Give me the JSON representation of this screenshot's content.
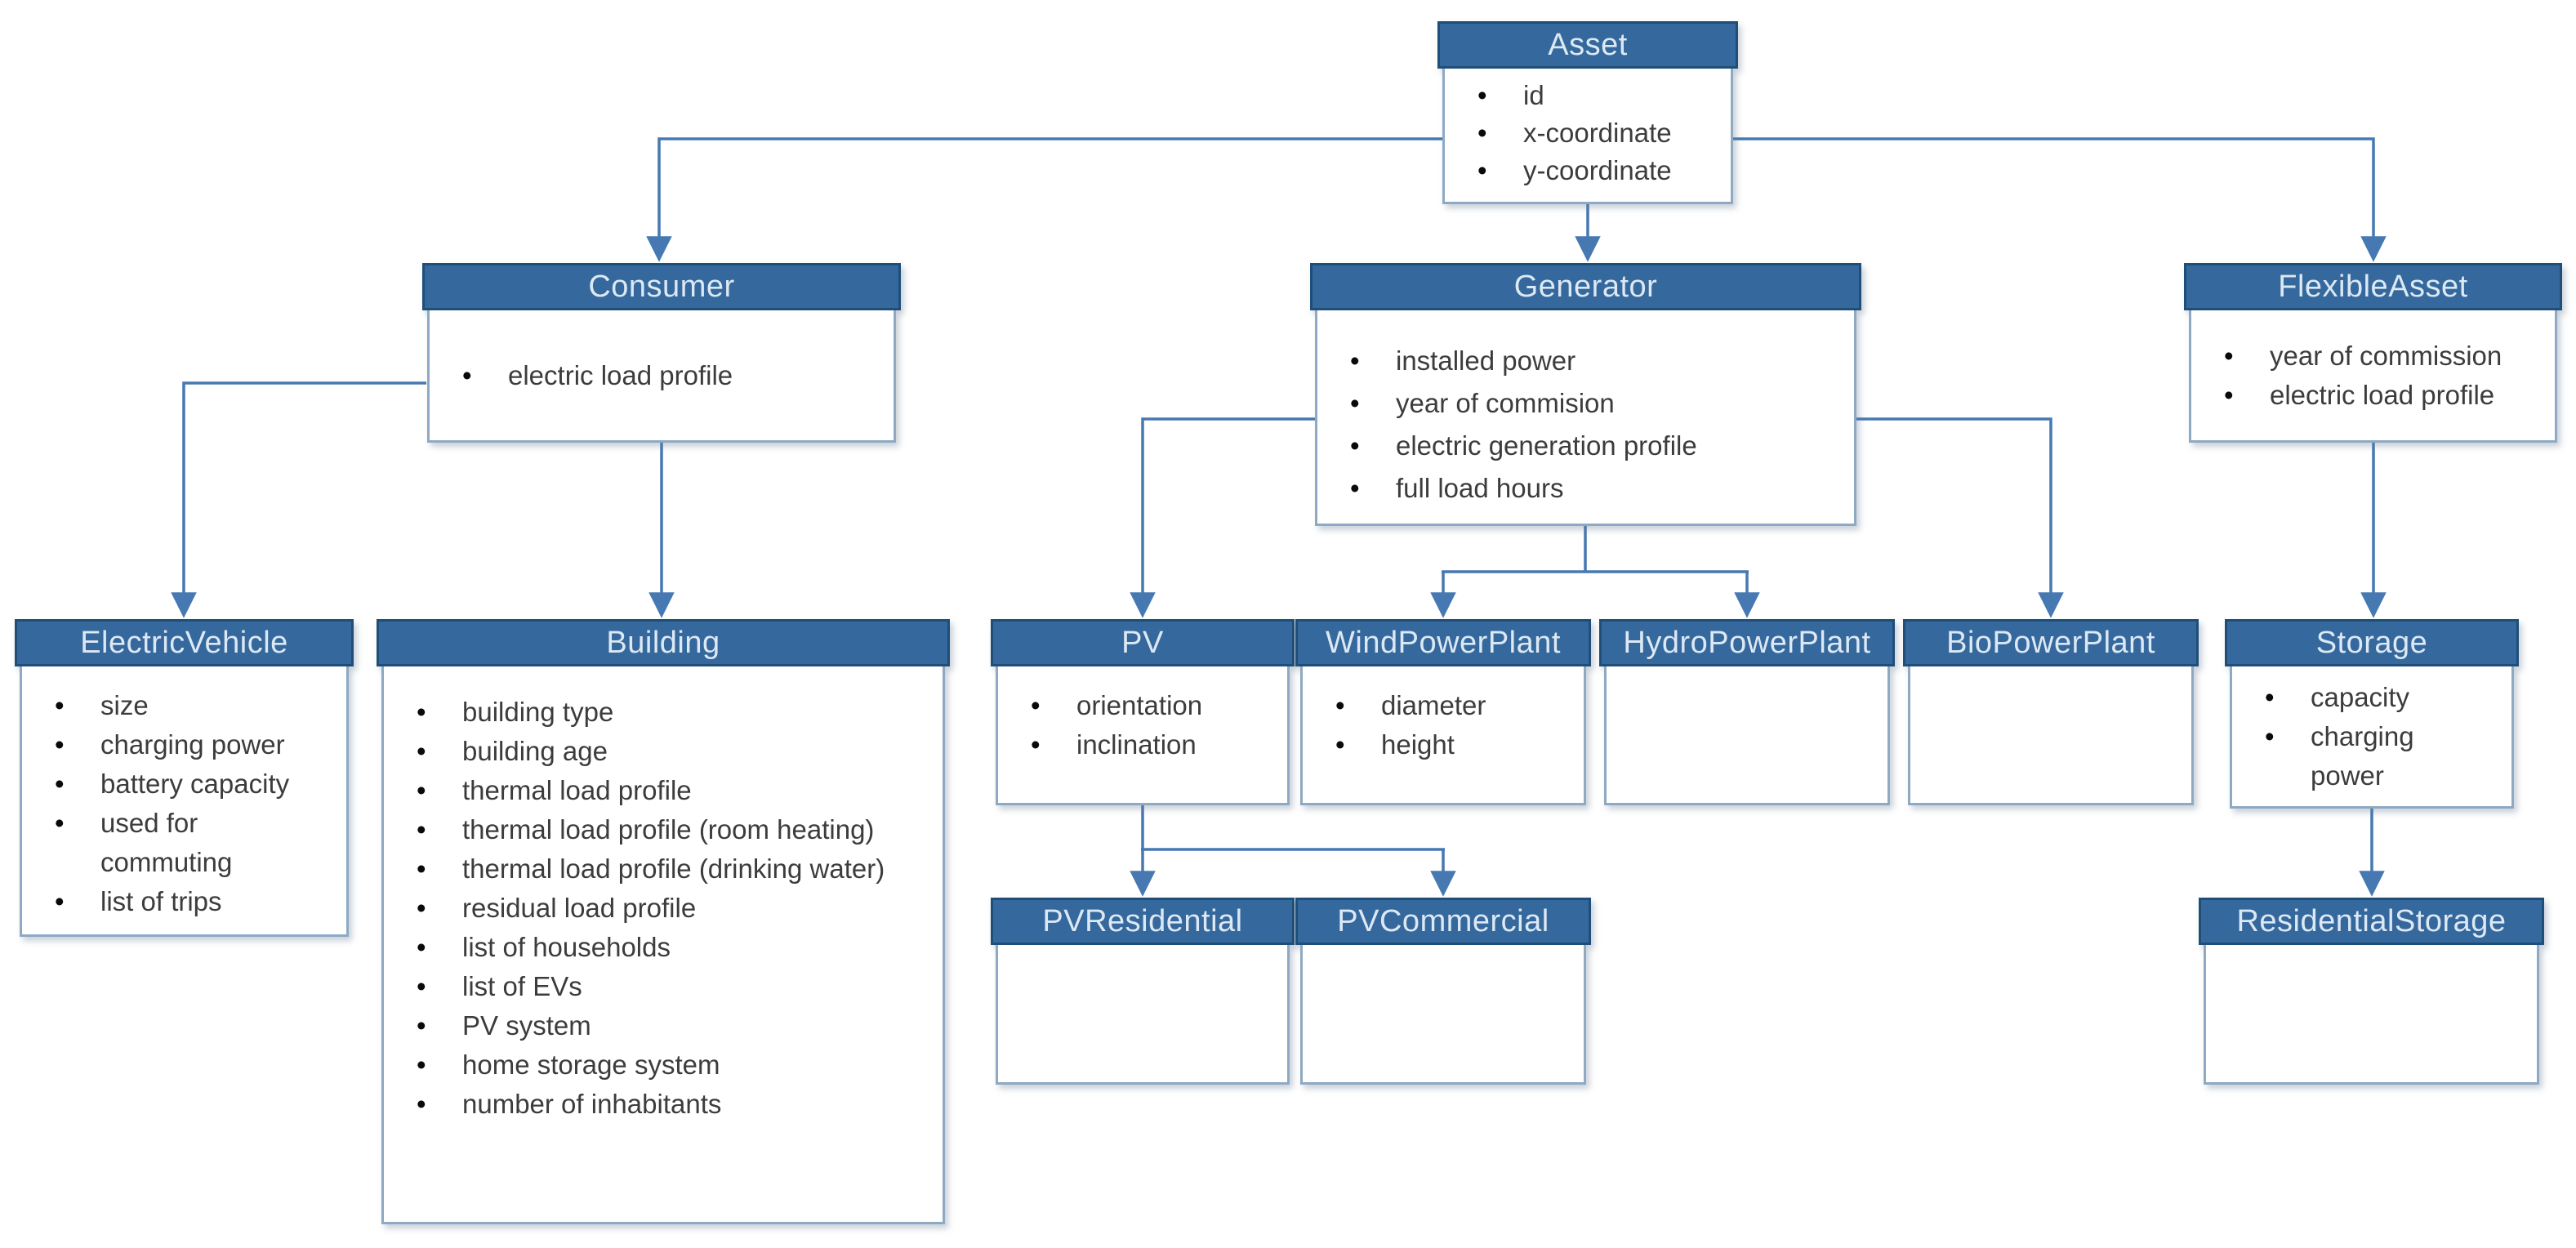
{
  "diagram": {
    "kind": "uml-class-hierarchy",
    "colors": {
      "header_fill": "#35689c",
      "header_border": "#1f4e79",
      "header_text": "#dce8f4",
      "body_border": "#8ea9c4",
      "connector": "#4679b2",
      "attribute_text": "#3c3c3c",
      "background": "#ffffff"
    },
    "classes": {
      "asset": {
        "title": "Asset",
        "attributes": [
          "id",
          "x-coordinate",
          "y-coordinate"
        ]
      },
      "consumer": {
        "title": "Consumer",
        "attributes": [
          "electric load profile"
        ]
      },
      "generator": {
        "title": "Generator",
        "attributes": [
          "installed power",
          "year of commision",
          "electric generation profile",
          "full load hours"
        ]
      },
      "flexible_asset": {
        "title": "FlexibleAsset",
        "attributes": [
          "year of commission",
          "electric load profile"
        ]
      },
      "electric_vehicle": {
        "title": "ElectricVehicle",
        "attributes": [
          "size",
          "charging power",
          "battery capacity",
          "used for commuting",
          "list of trips"
        ]
      },
      "building": {
        "title": "Building",
        "attributes": [
          "building type",
          "building age",
          "thermal load profile",
          "thermal load profile (room heating)",
          "thermal load profile (drinking water)",
          "residual load profile",
          "list of households",
          "list of EVs",
          "PV system",
          "home storage system",
          "number of inhabitants"
        ]
      },
      "pv": {
        "title": "PV",
        "attributes": [
          "orientation",
          "inclination"
        ]
      },
      "wind_power_plant": {
        "title": "WindPowerPlant",
        "attributes": [
          "diameter",
          "height"
        ]
      },
      "hydro_power_plant": {
        "title": "HydroPowerPlant",
        "attributes": []
      },
      "bio_power_plant": {
        "title": "BioPowerPlant",
        "attributes": []
      },
      "storage": {
        "title": "Storage",
        "attributes": [
          "capacity",
          "charging power"
        ]
      },
      "pv_residential": {
        "title": "PVResidential",
        "attributes": []
      },
      "pv_commercial": {
        "title": "PVCommercial",
        "attributes": []
      },
      "residential_storage": {
        "title": "ResidentialStorage",
        "attributes": []
      }
    }
  }
}
